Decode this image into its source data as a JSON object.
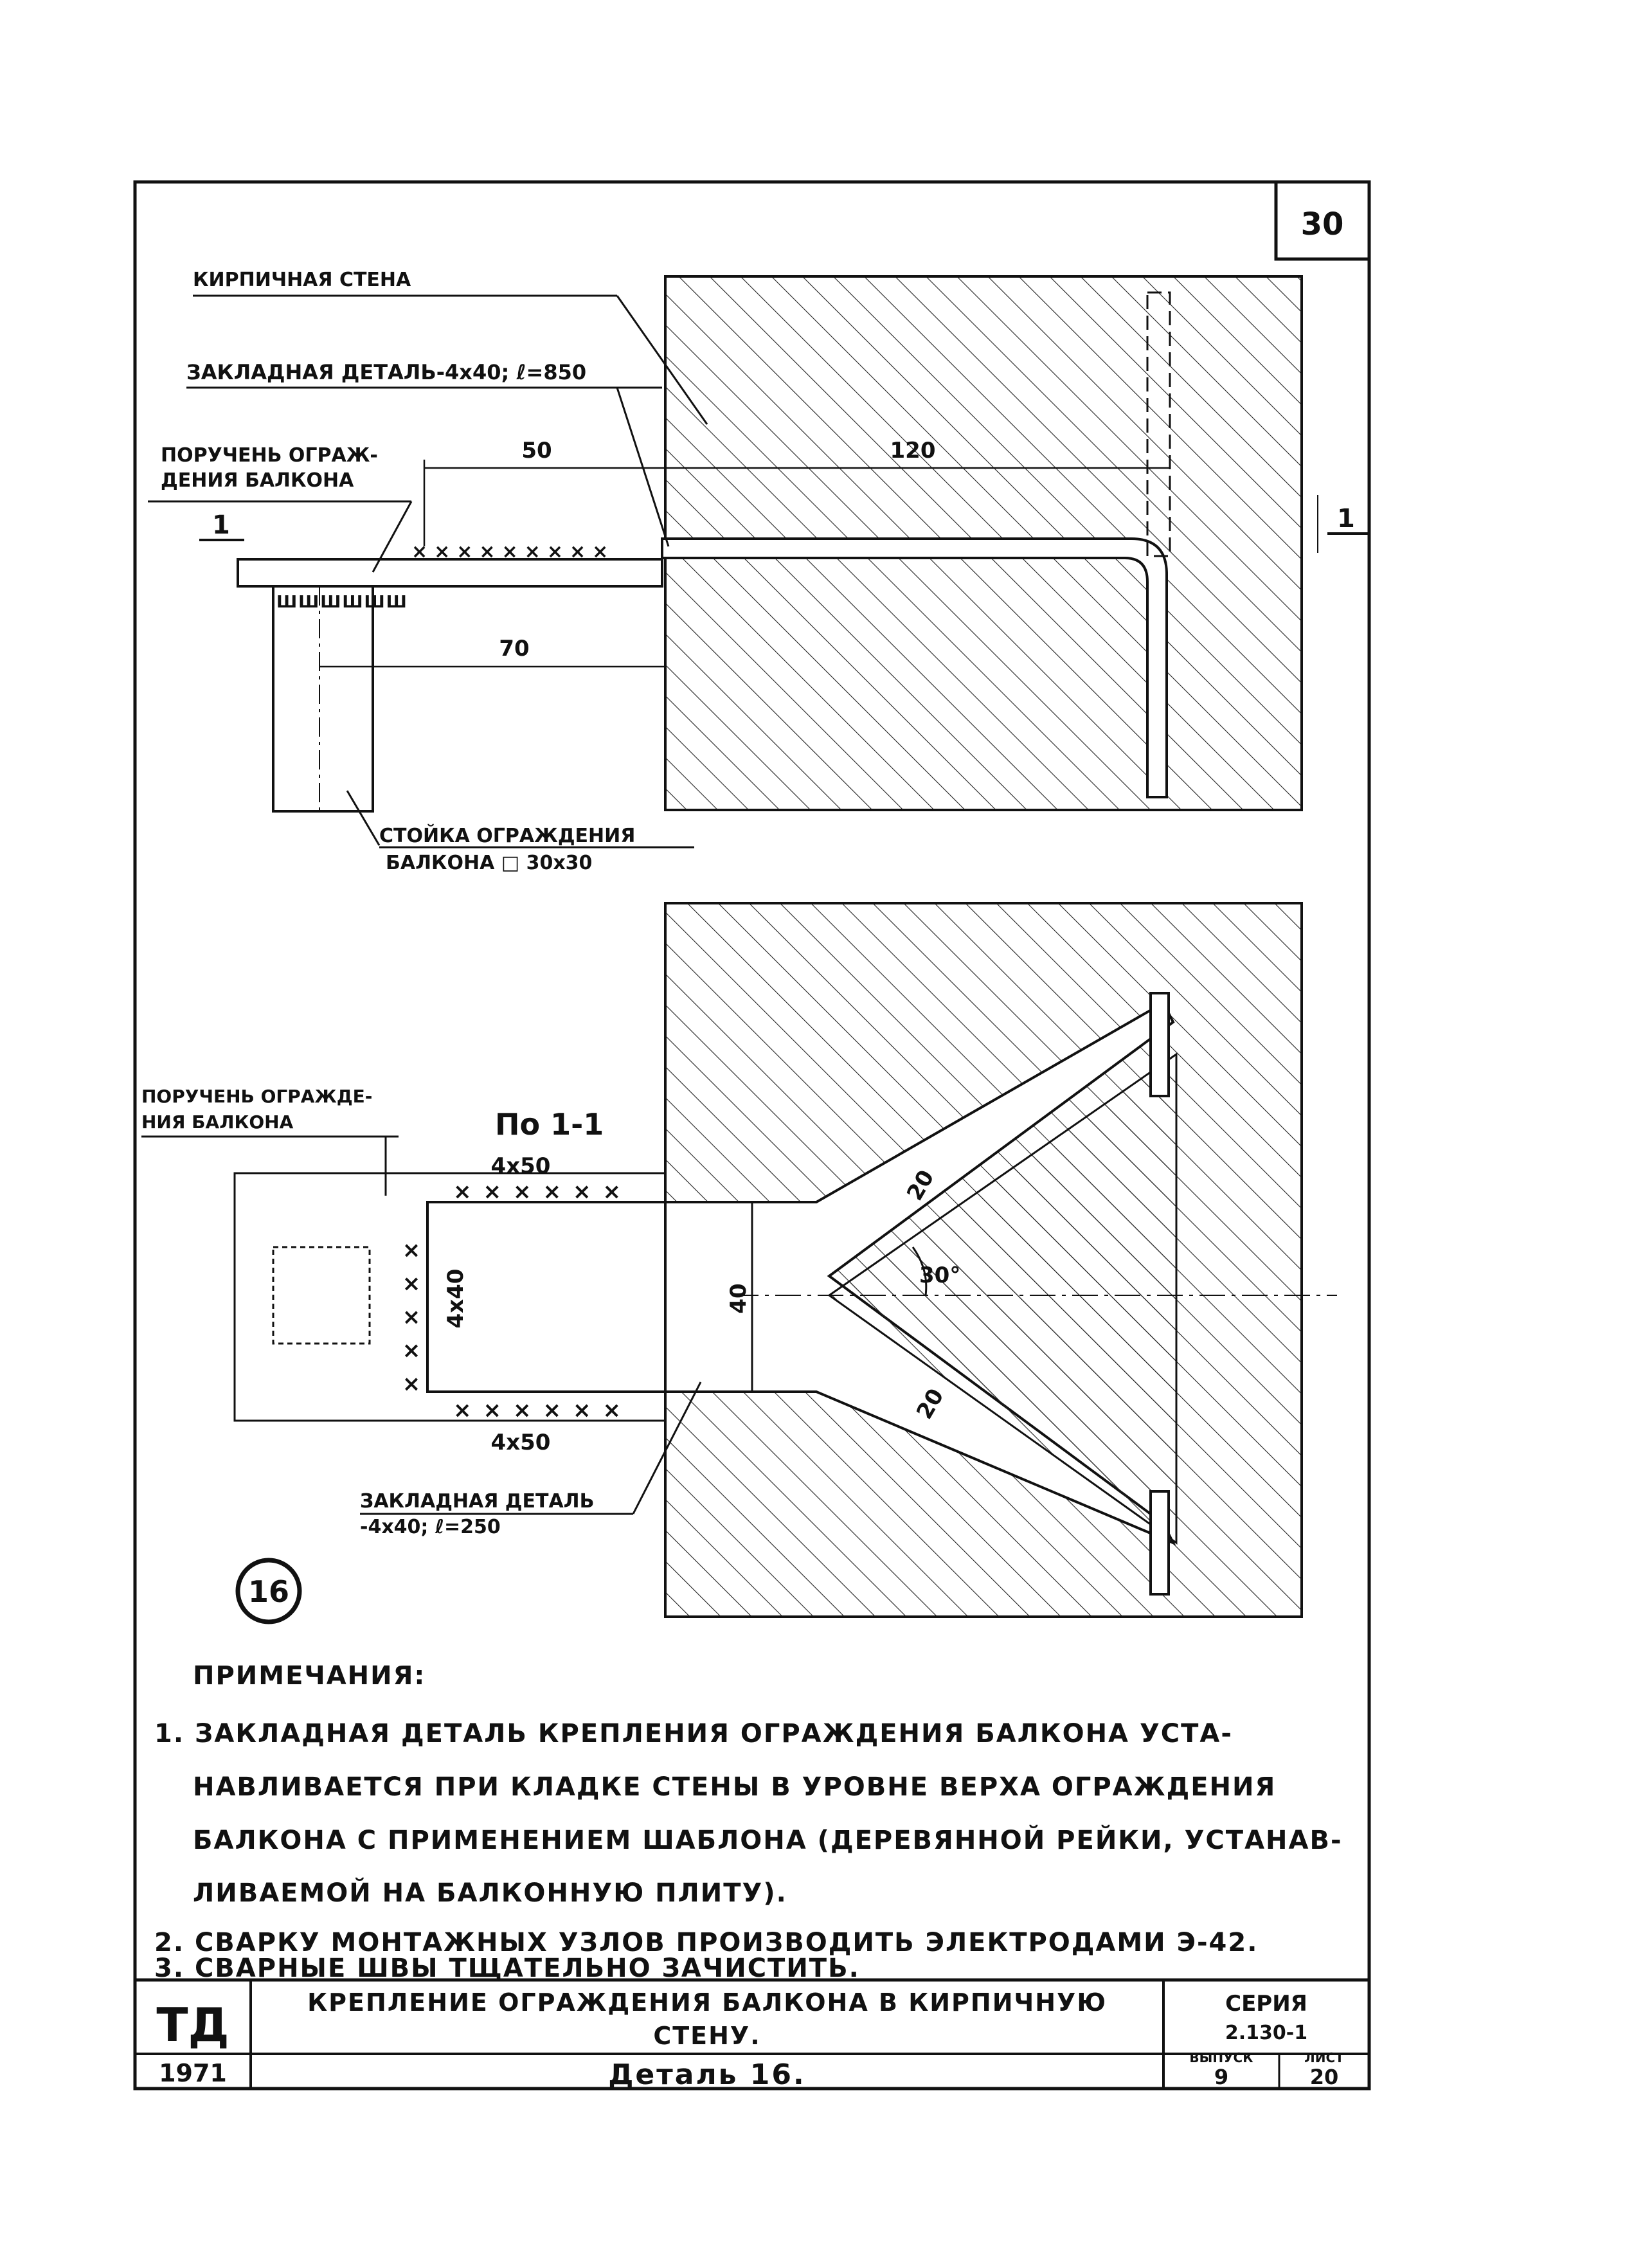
{
  "sheet_number": "30",
  "top_view": {
    "brick_wall_label": "КИРПИЧНАЯ СТЕНА",
    "embedded_part_label": "ЗАКЛАДНАЯ ДЕТАЛЬ-4x40; ℓ=850",
    "handrail_label_line1": "ПОРУЧЕНЬ ОГРАЖ-",
    "handrail_label_line2": "ДЕНИЯ БАЛКОНА",
    "section_mark_left": "1",
    "section_mark_right": "1",
    "dim_50": "50",
    "dim_120": "120",
    "dim_70": "70",
    "post_label_line1": "СТОЙКА ОГРАЖДЕНИЯ",
    "post_label_line2": "БАЛКОНА □ 30x30"
  },
  "section_view": {
    "title": "По 1-1",
    "handrail_label_line1": "ПОРУЧЕНЬ ОГРАЖДЕ-",
    "handrail_label_line2": "НИЯ БАЛКОНА",
    "weld_top": "4x50",
    "weld_bottom": "4x50",
    "plate_dim": "4x40",
    "width_dim": "40",
    "branch_dim_top": "20",
    "branch_dim_bottom": "20",
    "angle": "30°",
    "embedded_part_line1": "ЗАКЛАДНАЯ ДЕТАЛЬ",
    "embedded_part_line2": "-4x40; ℓ=250"
  },
  "detail_marker": "16",
  "notes": {
    "heading": "ПРИМЕЧАНИЯ:",
    "line1": "1. ЗАКЛАДНАЯ ДЕТАЛЬ КРЕПЛЕНИЯ ОГРАЖДЕНИЯ БАЛКОНА УСТА-",
    "line2": "НАВЛИВАЕТСЯ ПРИ КЛАДКЕ СТЕНЫ В УРОВНЕ ВЕРХА ОГРАЖДЕНИЯ",
    "line3": "БАЛКОНА С ПРИМЕНЕНИЕМ ШАБЛОНА (ДЕРЕВЯННОЙ РЕЙКИ, УСТАНАВ-",
    "line4": "ЛИВАЕМОЙ НА БАЛКОННУЮ ПЛИТУ).",
    "line5": "2. СВАРКУ МОНТАЖНЫХ УЗЛОВ ПРОИЗВОДИТЬ ЭЛЕКТРОДАМИ Э-42.",
    "line6": "3. СВАРНЫЕ ШВЫ ТЩАТЕЛЬНО ЗАЧИСТИТЬ."
  },
  "title_block": {
    "org": "ТД",
    "year": "1971",
    "title_line1": "КРЕПЛЕНИЕ ОГРАЖДЕНИЯ БАЛКОНА В КИРПИЧНУЮ",
    "title_line2": "СТЕНУ.",
    "detail": "Деталь 16.",
    "series_label": "СЕРИЯ",
    "series_value": "2.130-1",
    "issue_label": "ВЫПУСК",
    "issue_value": "9",
    "sheet_label": "ЛИСТ",
    "sheet_value": "20"
  }
}
